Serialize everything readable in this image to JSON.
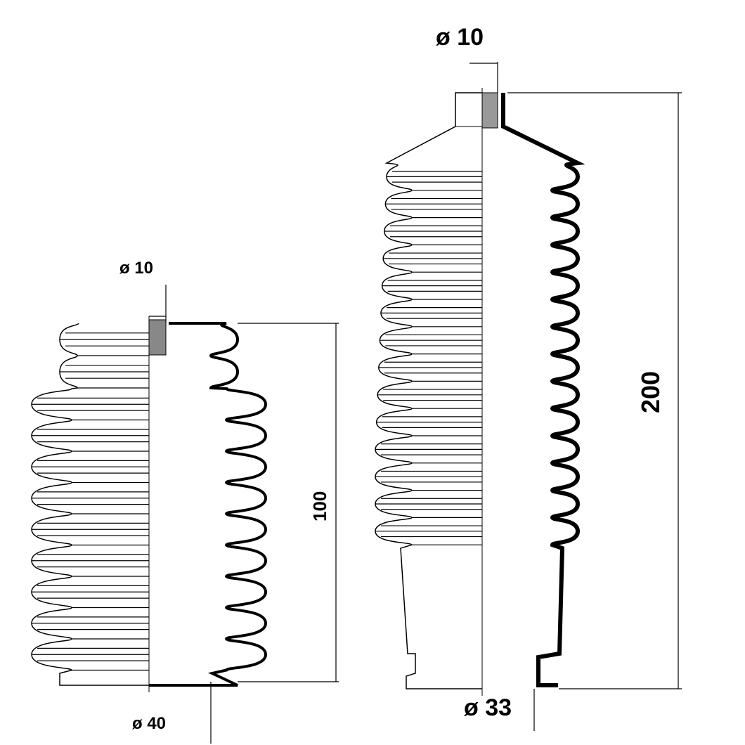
{
  "drawing": {
    "left_boot": {
      "top_diameter_label": "ø 10",
      "bottom_diameter_label": "ø 40",
      "length_label": "100"
    },
    "right_boot": {
      "top_diameter_label": "ø 10",
      "bottom_diameter_label": "ø 33",
      "length_label": "200"
    },
    "colors": {
      "line": "#000000",
      "background": "#ffffff"
    }
  }
}
